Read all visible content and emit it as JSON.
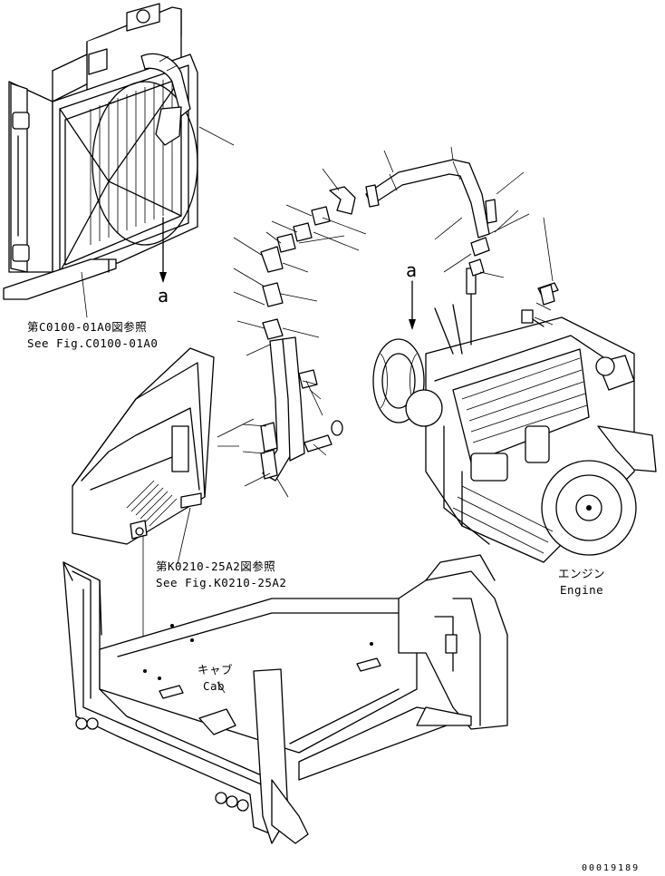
{
  "labels": {
    "radiator_ref_jp": "第C0100-01A0図参照",
    "radiator_ref_en": "See Fig.C0100-01A0",
    "cover_ref_jp": "第K0210-25A2図参照",
    "cover_ref_en": "See Fig.K0210-25A2",
    "engine_jp": "エンジン",
    "engine_en": "Engine",
    "cab_jp": "キャブ",
    "cab_en": "Cab",
    "connection_mark_1": "a",
    "connection_mark_2": "a",
    "drawing_number": "00019189"
  },
  "colors": {
    "line": "#000000",
    "background": "#ffffff"
  }
}
